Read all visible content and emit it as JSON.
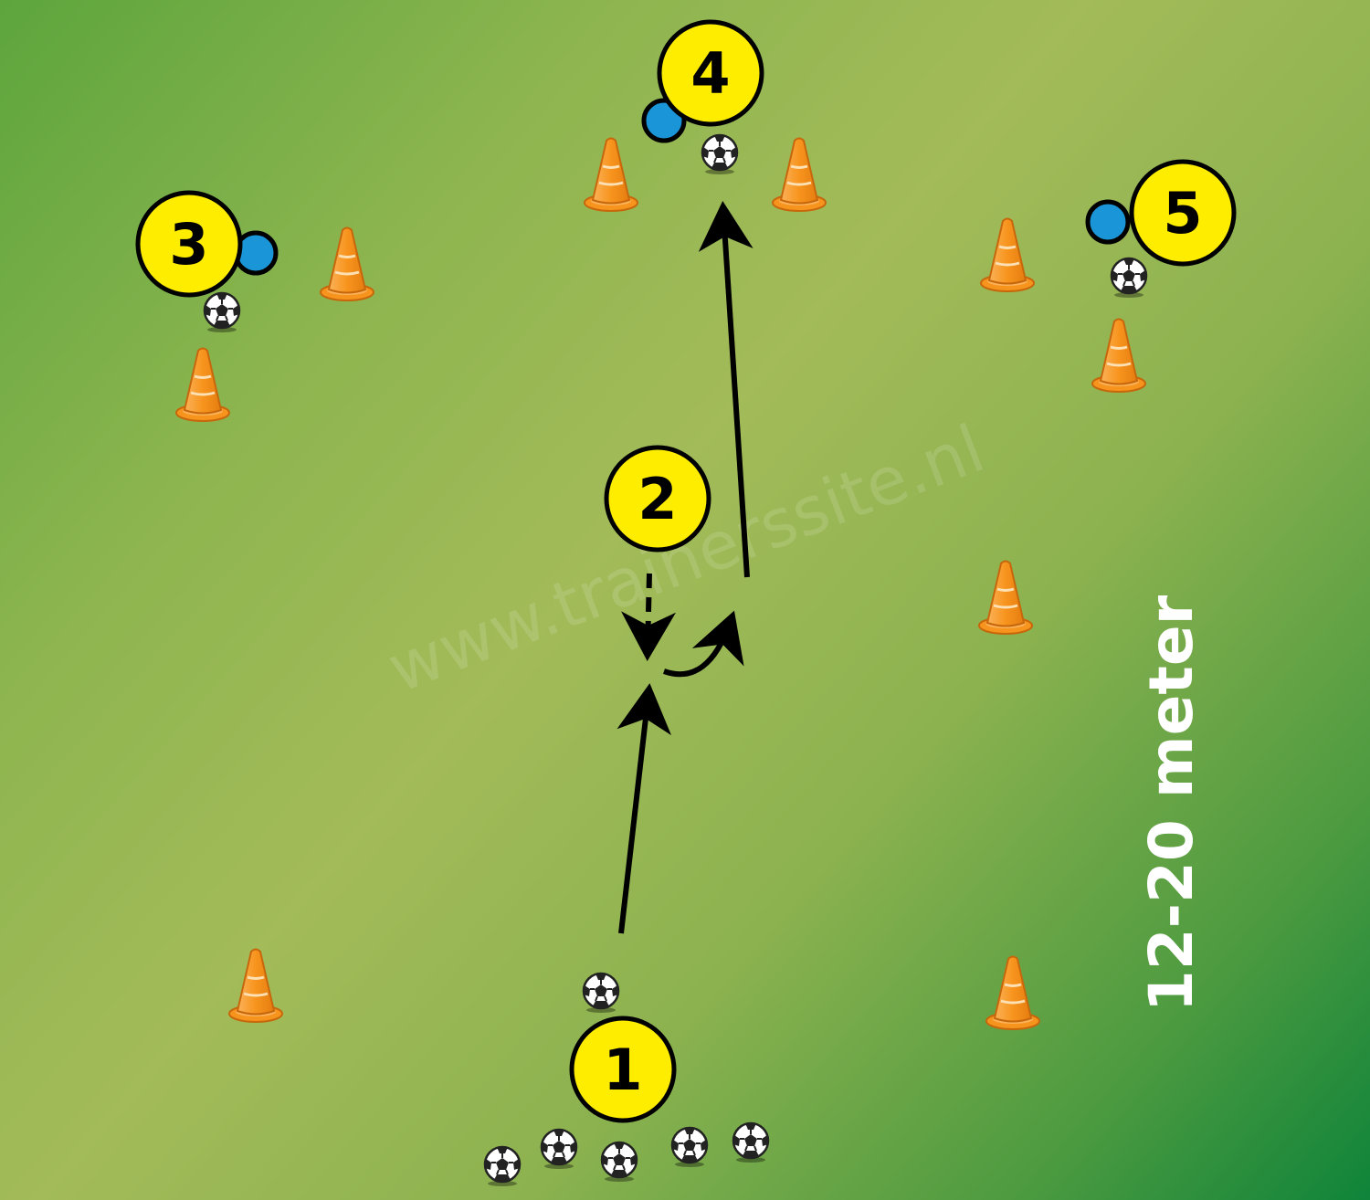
{
  "watermark": "www.trainerssite.nl",
  "distance_label": "12-20 meter",
  "players": [
    {
      "label": "1"
    },
    {
      "label": "2"
    },
    {
      "label": "3"
    },
    {
      "label": "4"
    },
    {
      "label": "5"
    }
  ],
  "colors": {
    "field_dark": "#12873a",
    "field_light": "#a3bb59",
    "player_fill": "#ffed00",
    "marker_blue": "#1a96d8",
    "cone_orange": "#f7941d",
    "arrow": "#000000"
  }
}
